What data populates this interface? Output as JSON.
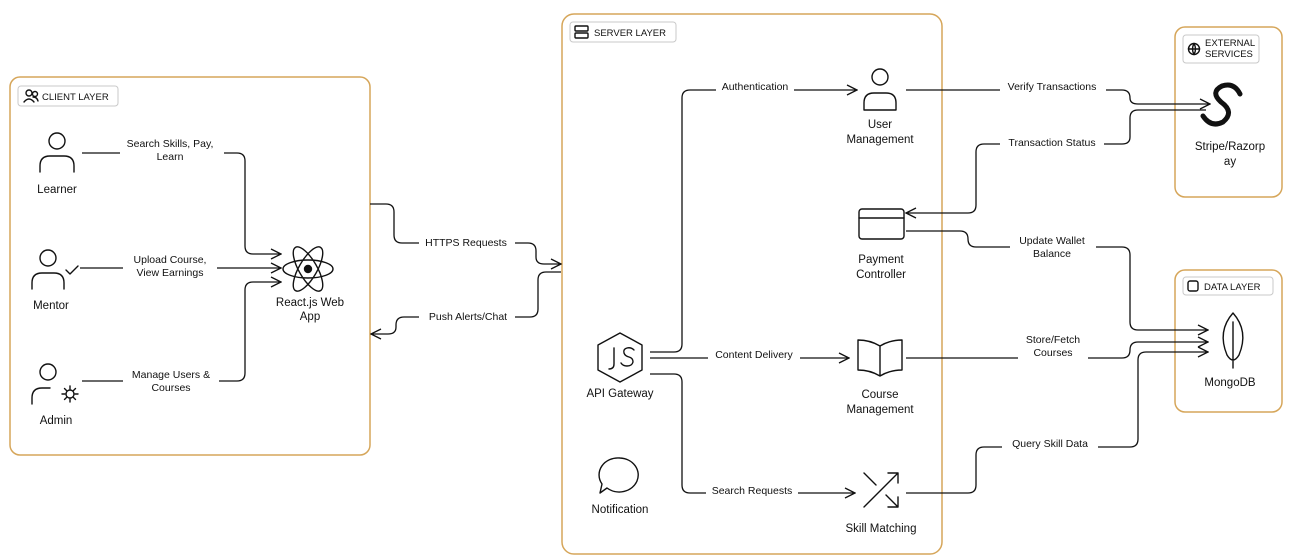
{
  "layers": {
    "client": {
      "title": "CLIENT LAYER"
    },
    "server": {
      "title": "SERVER LAYER"
    },
    "external": {
      "title_line1": "EXTERNAL",
      "title_line2": "SERVICES"
    },
    "data": {
      "title": "DATA LAYER"
    }
  },
  "nodes": {
    "learner": "Learner",
    "mentor": "Mentor",
    "admin": "Admin",
    "react_line1": "React.js Web",
    "react_line2": "App",
    "api_gateway": "API Gateway",
    "notification": "Notification",
    "user_mgmt_line1": "User",
    "user_mgmt_line2": "Management",
    "payment_line1": "Payment",
    "payment_line2": "Controller",
    "course_line1": "Course",
    "course_line2": "Management",
    "skill_matching": "Skill Matching",
    "stripe_line1": "Stripe/Razorp",
    "stripe_line2": "ay",
    "mongodb": "MongoDB"
  },
  "edges": {
    "search_skills_line1": "Search Skills, Pay,",
    "search_skills_line2": "Learn",
    "upload_course_line1": "Upload Course,",
    "upload_course_line2": "View Earnings",
    "manage_users_line1": "Manage Users &",
    "manage_users_line2": "Courses",
    "https_requests": "HTTPS Requests",
    "push_alerts": "Push Alerts/Chat",
    "authentication": "Authentication",
    "content_delivery": "Content Delivery",
    "search_requests": "Search Requests",
    "verify_transactions": "Verify Transactions",
    "transaction_status": "Transaction Status",
    "update_wallet_line1": "Update Wallet",
    "update_wallet_line2": "Balance",
    "store_fetch_line1": "Store/Fetch",
    "store_fetch_line2": "Courses",
    "query_skill_data": "Query Skill Data"
  },
  "colors": {
    "layer_border": "#d6a65a",
    "line": "#111111",
    "tag_border": "#c9c9c9"
  },
  "icons": {
    "client_layer": "users-icon",
    "server_layer": "server-icon",
    "external_services": "globe-icon",
    "data_layer": "database-icon",
    "learner": "user-icon",
    "mentor": "user-check-icon",
    "admin": "user-gear-icon",
    "react": "react-icon",
    "api_gateway": "nodejs-icon",
    "notification": "chat-bubble-icon",
    "user_management": "user-icon",
    "payment_controller": "credit-card-icon",
    "course_management": "book-icon",
    "skill_matching": "shuffle-icon",
    "stripe": "stripe-icon",
    "mongodb": "mongodb-leaf-icon"
  }
}
